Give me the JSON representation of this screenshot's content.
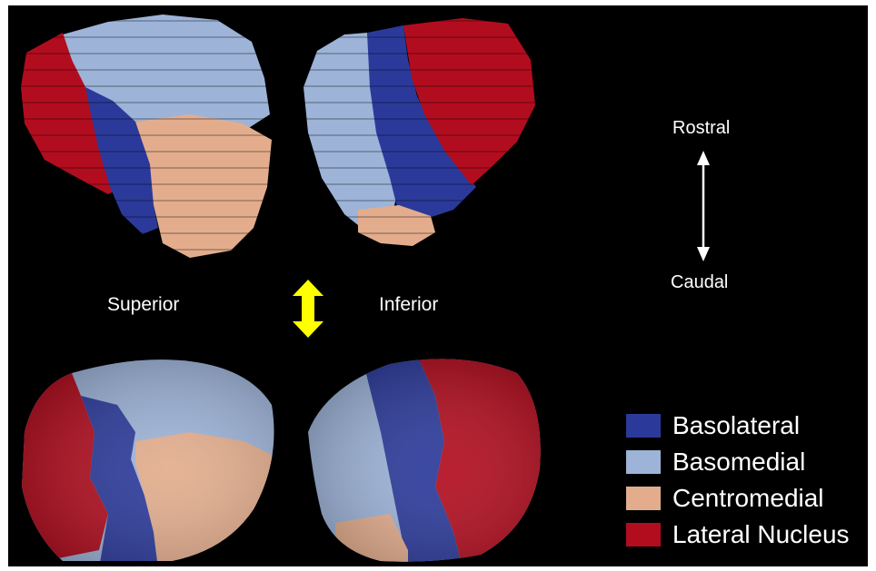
{
  "labels": {
    "superior": "Superior",
    "inferior": "Inferior",
    "rostral": "Rostral",
    "caudal": "Caudal"
  },
  "legend": [
    {
      "label": "Basolateral",
      "color": "#2b3a9a"
    },
    {
      "label": "Basomedial",
      "color": "#9db3d8"
    },
    {
      "label": "Centromedial",
      "color": "#e3ad8d"
    },
    {
      "label": "Lateral Nucleus",
      "color": "#b20d1f"
    }
  ],
  "colors": {
    "background": "#000000",
    "basolateral": "#2b3a9a",
    "basomedial": "#9db3d8",
    "centromedial": "#e3ad8d",
    "lateral": "#b20d1f",
    "yellow_arrow": "#ffff00",
    "white_arrow": "#ffffff"
  }
}
